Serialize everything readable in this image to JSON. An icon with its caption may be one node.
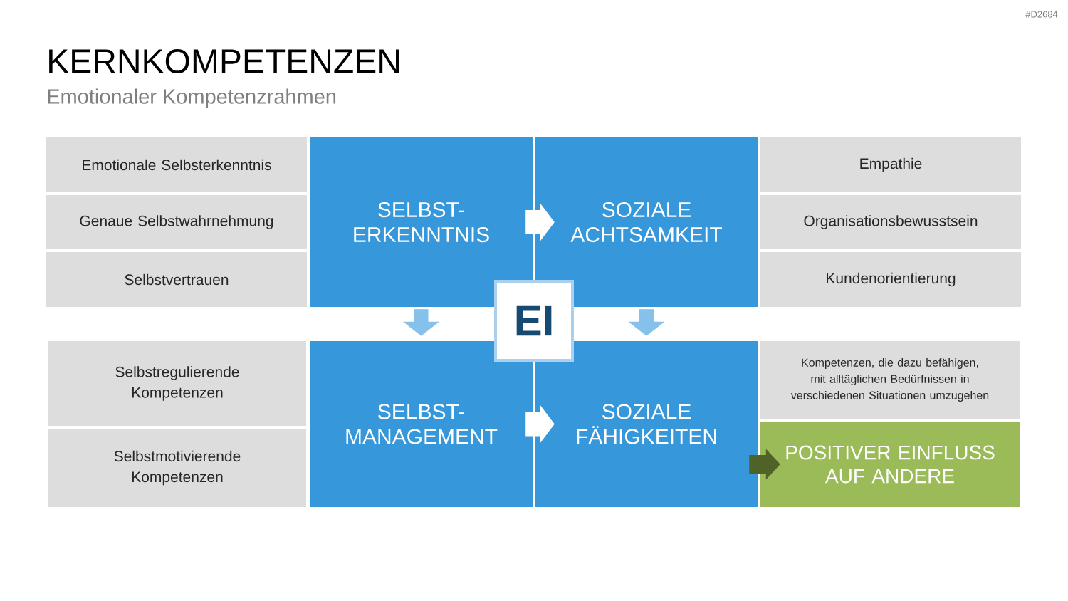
{
  "diagram": {
    "title": "KERNKOMPETENZEN",
    "nodes": [
      {
        "text": [
          "Emotionale Selbsterkenntnis"
        ]
      },
      {
        "text": [
          "Genaue Selbstwahrnehmung"
        ]
      },
      {
        "text": [
          "Selbstvertrauen"
        ]
      },
      {
        "text": [
          "SELBST- ERKENNTNIS"
        ]
      },
      {
        "text": [
          "SOZIALE ACHTSAMKEIT"
        ]
      },
      {
        "text": [
          "Empathie"
        ]
      },
      {
        "text": [
          "Organisationsbewusstsein"
        ]
      },
      {
        "text": [
          "Kundenorientierung"
        ]
      },
      {
        "text": [
          "EI"
        ]
      },
      {
        "text": [
          "Selbstregulierende Kompetenzen"
        ]
      },
      {
        "text": [
          "Selbstmotivierende Kompetenzen"
        ]
      },
      {
        "text": [
          "SELBST- MANAGEMENT"
        ]
      },
      {
        "text": [
          "SOZIALE FÄHIGKEITEN"
        ]
      },
      {
        "text": [
          "Kompetenzen, die dazu befähigen, mit alltäglichen Bedürfnissen in verschiedenen Situationen umzugehen"
        ]
      },
      {
        "text": [
          "POSITIVER EINFLUSS AUF ANDERE"
        ]
      }
    ],
    "edges": [
      {
        "from": 3,
        "to": 4,
        "arrow": "to",
        "color": "#ffffff"
      },
      {
        "from": 3,
        "to": 11,
        "arrow": "to",
        "color": "#85c1ea"
      },
      {
        "from": 4,
        "to": 12,
        "arrow": "to",
        "color": "#85c1ea"
      },
      {
        "from": 11,
        "to": 12,
        "arrow": "to",
        "color": "#ffffff"
      },
      {
        "from": 12,
        "to": 14,
        "arrow": "to",
        "color": "#4f6228"
      }
    ],
    "labels": [
      "#D2684",
      "Emotionaler Kompetenzrahmen"
    ]
  }
}
